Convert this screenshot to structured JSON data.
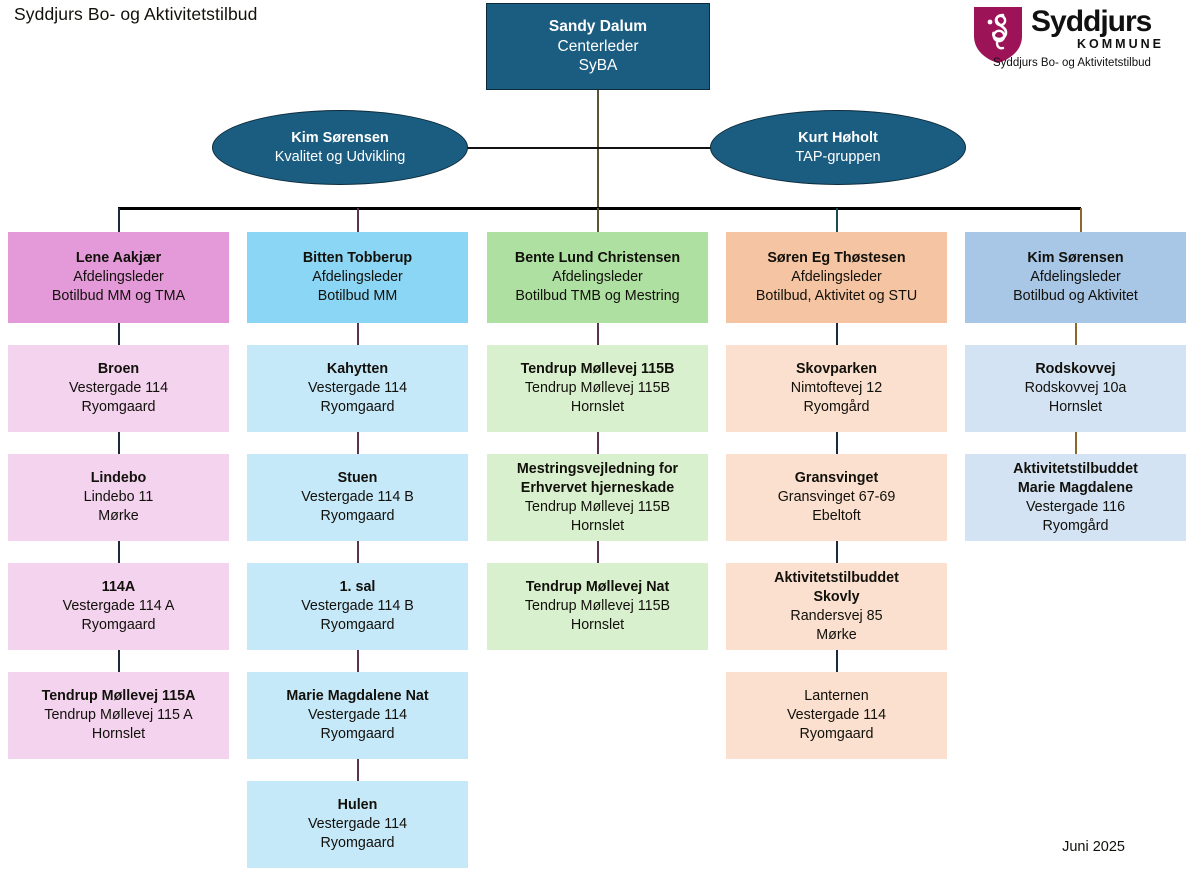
{
  "page": {
    "title": "Syddjurs Bo- og Aktivitetstilbud",
    "footer_date": "Juni 2025"
  },
  "logo": {
    "wordmark": "Syddjurs",
    "kommune": "KOMMUNE",
    "subline": "Syddjurs Bo- og Aktivitetstilbud",
    "shield_color": "#9c1357",
    "icon_name": "syddjurs-shield-logo"
  },
  "colors": {
    "node_top_fill": "#1b5d80",
    "node_top_border": "#0c2b3c",
    "col1_head": "#e49ad8",
    "col1_body": "#f3d3ee",
    "col2_head": "#8bd6f5",
    "col2_body": "#c6e9fa",
    "col3_head": "#aee0a1",
    "col3_body": "#d9f0ce",
    "col4_head": "#f5c4a2",
    "col4_body": "#fbe0cf",
    "col5_head": "#a8c6e6",
    "col5_body": "#d3e3f4"
  },
  "top": {
    "name": "Sandy Dalum",
    "role": "Centerleder",
    "unit": "SyBA"
  },
  "staff": [
    {
      "name": "Kim Sørensen",
      "role": "Kvalitet og Udvikling"
    },
    {
      "name": "Kurt Høholt",
      "role": "TAP-gruppen"
    }
  ],
  "columns": [
    {
      "head": {
        "name": "Lene Aakjær",
        "role": "Afdelingsleder",
        "unit": "Botilbud MM og TMA"
      },
      "items": [
        {
          "name": "Broen",
          "address": "Vestergade 114",
          "city": "Ryomgaard"
        },
        {
          "name": "Lindebo",
          "address": "Lindebo 11",
          "city": "Mørke"
        },
        {
          "name": "114A",
          "address": "Vestergade 114 A",
          "city": "Ryomgaard"
        },
        {
          "name": "Tendrup Møllevej 115A",
          "address": "Tendrup Møllevej 115 A",
          "city": "Hornslet"
        }
      ]
    },
    {
      "head": {
        "name": "Bitten Tobberup",
        "role": "Afdelingsleder",
        "unit": "Botilbud MM"
      },
      "items": [
        {
          "name": "Kahytten",
          "address": "Vestergade 114",
          "city": "Ryomgaard"
        },
        {
          "name": "Stuen",
          "address": "Vestergade 114 B",
          "city": "Ryomgaard"
        },
        {
          "name": "1. sal",
          "address": "Vestergade 114 B",
          "city": "Ryomgaard"
        },
        {
          "name": "Marie Magdalene Nat",
          "address": "Vestergade 114",
          "city": "Ryomgaard"
        },
        {
          "name": "Hulen",
          "address": "Vestergade 114",
          "city": "Ryomgaard"
        }
      ]
    },
    {
      "head": {
        "name": "Bente Lund Christensen",
        "role": "Afdelingsleder",
        "unit": "Botilbud TMB og Mestring"
      },
      "items": [
        {
          "name": "Tendrup Møllevej 115B",
          "address": "Tendrup Møllevej 115B",
          "city": "Hornslet"
        },
        {
          "name": "Mestringsvejledning for",
          "name2": "Erhvervet hjerneskade",
          "address": "Tendrup Møllevej 115B",
          "city": "Hornslet"
        },
        {
          "name": "Tendrup Møllevej Nat",
          "address": "Tendrup Møllevej 115B",
          "city": "Hornslet"
        }
      ]
    },
    {
      "head": {
        "name": "Søren Eg Thøstesen",
        "role": "Afdelingsleder",
        "unit": "Botilbud, Aktivitet og STU"
      },
      "items": [
        {
          "name": "Skovparken",
          "address": "Nimtoftevej 12",
          "city": "Ryomgård"
        },
        {
          "name": "Gransvinget",
          "address": "Gransvinget 67-69",
          "city": "Ebeltoft"
        },
        {
          "name": "Aktivitetstilbuddet",
          "name2": "Skovly",
          "address": "Randersvej 85",
          "city": "Mørke"
        },
        {
          "name_regular": "Lanternen",
          "address": "Vestergade 114",
          "city": "Ryomgaard"
        }
      ]
    },
    {
      "head": {
        "name": "Kim Sørensen",
        "role": "Afdelingsleder",
        "unit": "Botilbud og Aktivitet"
      },
      "items": [
        {
          "name": "Rodskovvej",
          "address": "Rodskovvej 10a",
          "city": "Hornslet"
        },
        {
          "name": "Aktivitetstilbuddet",
          "name2": "Marie Magdalene",
          "address": "Vestergade 116",
          "city": "Ryomgård"
        }
      ]
    }
  ]
}
